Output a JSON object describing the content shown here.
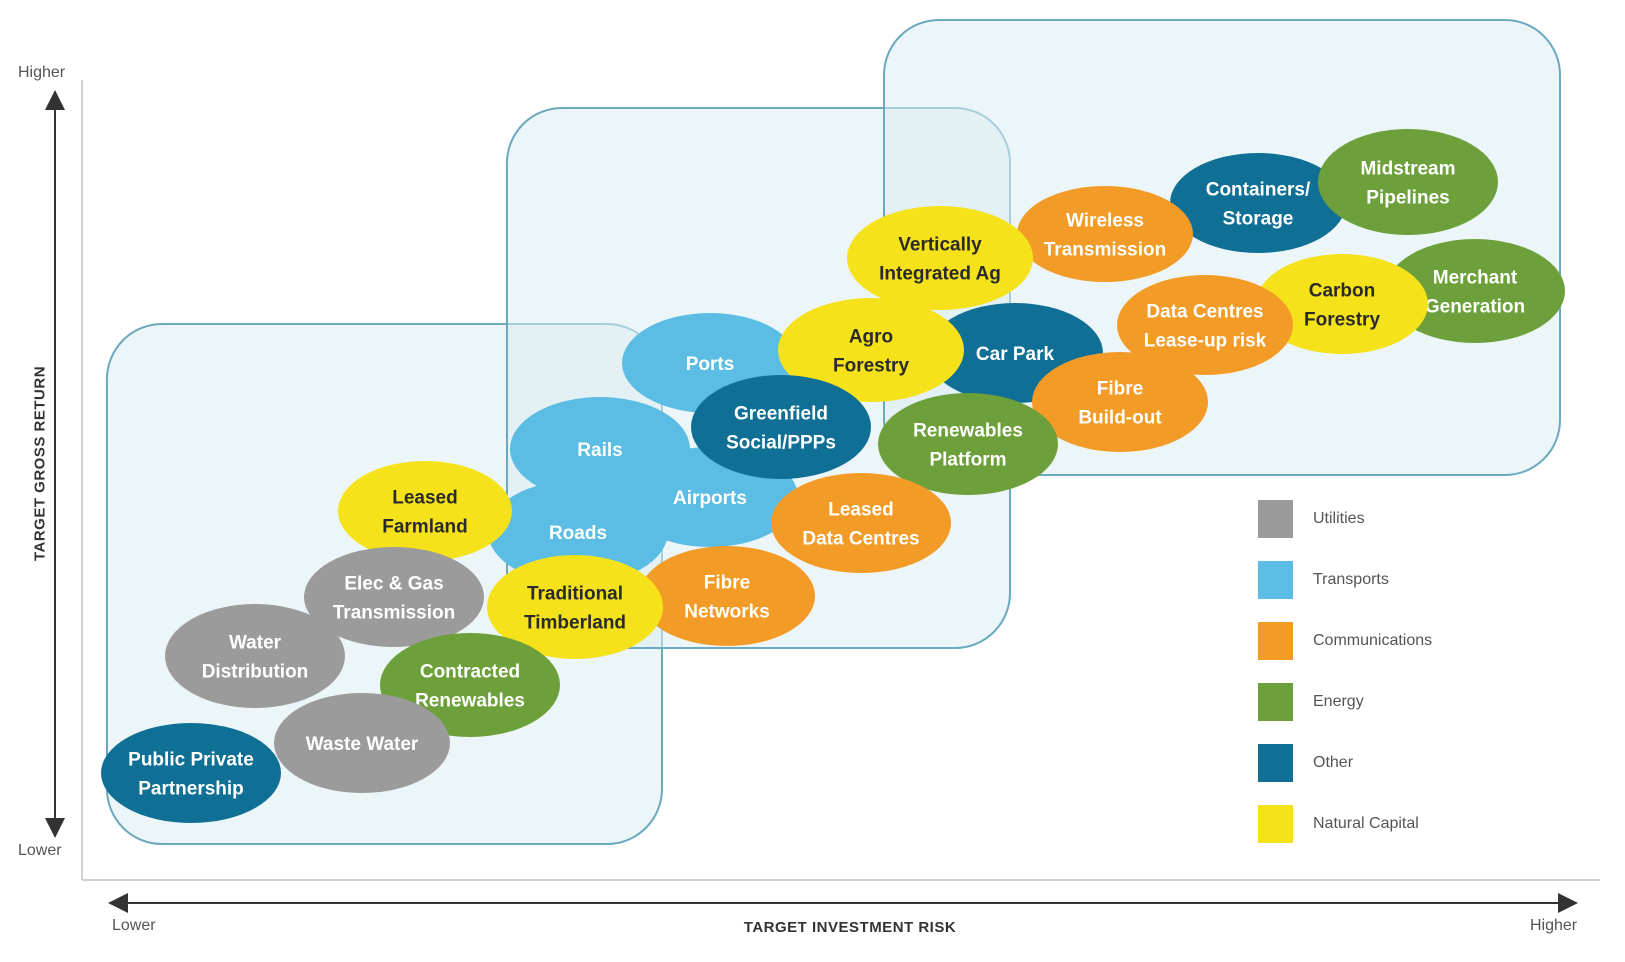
{
  "axes": {
    "y_higher": "Higher",
    "y_lower": "Lower",
    "y_title": "TARGET GROSS RETURN",
    "x_lower": "Lower",
    "x_higher": "Higher",
    "x_title": "TARGET INVESTMENT RISK"
  },
  "colors": {
    "Utilities": "#9b9b9b",
    "Transports": "#5bbde4",
    "Communications": "#f29b26",
    "Energy": "#6da03a",
    "Other": "#0f6f95",
    "Natural Capital": "#f5e21b"
  },
  "legend": [
    {
      "label": "Utilities",
      "category": "Utilities"
    },
    {
      "label": "Transports",
      "category": "Transports"
    },
    {
      "label": "Communications",
      "category": "Communications"
    },
    {
      "label": "Energy",
      "category": "Energy"
    },
    {
      "label": "Other",
      "category": "Other"
    },
    {
      "label": "Natural Capital",
      "category": "Natural Capital"
    }
  ],
  "bubbles": [
    {
      "name": "container-storage",
      "lines": [
        "Containers/",
        "Storage"
      ],
      "category": "Other"
    },
    {
      "name": "midstream-pipelines",
      "lines": [
        "Midstream",
        "Pipelines"
      ],
      "category": "Energy"
    },
    {
      "name": "wireless-transmission",
      "lines": [
        "Wireless",
        "Transmission"
      ],
      "category": "Communications"
    },
    {
      "name": "merchant-generation",
      "lines": [
        "Merchant",
        "Generation"
      ],
      "category": "Energy"
    },
    {
      "name": "carbon-forestry",
      "lines": [
        "Carbon",
        "Forestry"
      ],
      "category": "Natural Capital"
    },
    {
      "name": "vertically-integrated-ag",
      "lines": [
        "Vertically",
        "Integrated Ag"
      ],
      "category": "Natural Capital"
    },
    {
      "name": "data-centres-lease-up",
      "lines": [
        "Data Centres",
        "Lease-up risk"
      ],
      "category": "Communications"
    },
    {
      "name": "car-park",
      "lines": [
        "Car Park"
      ],
      "category": "Other"
    },
    {
      "name": "fibre-build-out",
      "lines": [
        "Fibre",
        "Build-out"
      ],
      "category": "Communications"
    },
    {
      "name": "ports",
      "lines": [
        "Ports"
      ],
      "category": "Transports"
    },
    {
      "name": "agro-forestry",
      "lines": [
        "Agro",
        "Forestry"
      ],
      "category": "Natural Capital"
    },
    {
      "name": "renewables-platform",
      "lines": [
        "Renewables",
        "Platform"
      ],
      "category": "Energy"
    },
    {
      "name": "rails",
      "lines": [
        "Rails"
      ],
      "category": "Transports"
    },
    {
      "name": "airports",
      "lines": [
        "Airports"
      ],
      "category": "Transports"
    },
    {
      "name": "greenfield-social-ppps",
      "lines": [
        "Greenfield",
        "Social/PPPs"
      ],
      "category": "Other"
    },
    {
      "name": "leased-data-centres",
      "lines": [
        "Leased",
        "Data Centres"
      ],
      "category": "Communications"
    },
    {
      "name": "roads",
      "lines": [
        "Roads"
      ],
      "category": "Transports"
    },
    {
      "name": "leased-farmland",
      "lines": [
        "Leased",
        "Farmland"
      ],
      "category": "Natural Capital"
    },
    {
      "name": "elec-gas-transmission",
      "lines": [
        "Elec & Gas",
        "Transmission"
      ],
      "category": "Utilities"
    },
    {
      "name": "fibre-networks",
      "lines": [
        "Fibre",
        "Networks"
      ],
      "category": "Communications"
    },
    {
      "name": "traditional-timberland",
      "lines": [
        "Traditional",
        "Timberland"
      ],
      "category": "Natural Capital"
    },
    {
      "name": "water-distribution",
      "lines": [
        "Water",
        "Distribution"
      ],
      "category": "Utilities"
    },
    {
      "name": "contracted-renewables",
      "lines": [
        "Contracted",
        "Renewables"
      ],
      "category": "Energy"
    },
    {
      "name": "public-private-partnership",
      "lines": [
        "Public Private",
        "Partnership"
      ],
      "category": "Other"
    },
    {
      "name": "waste-water",
      "lines": [
        "Waste Water"
      ],
      "category": "Utilities"
    }
  ]
}
